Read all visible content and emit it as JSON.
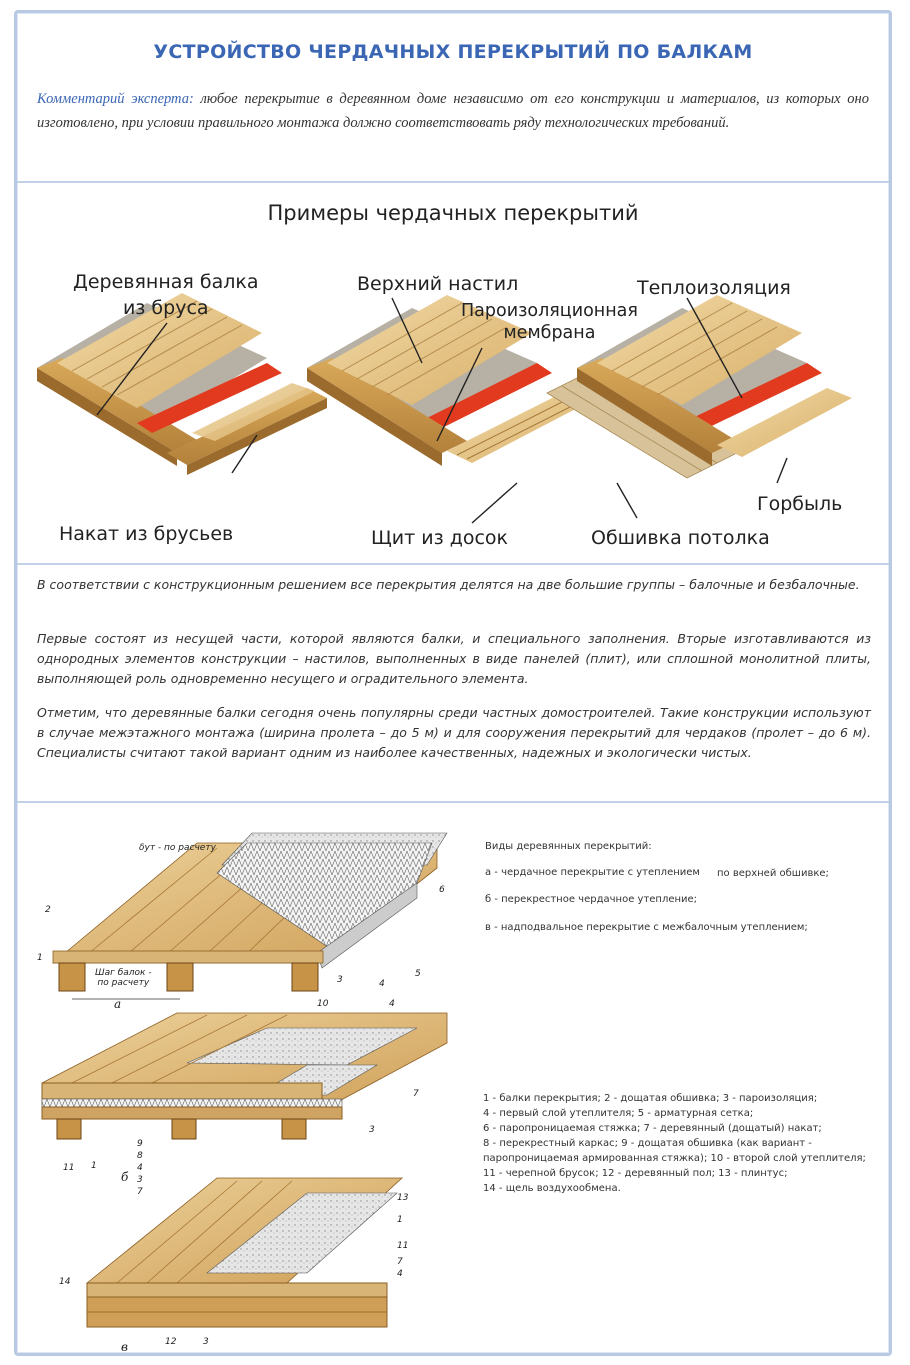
{
  "header": {
    "title": "УСТРОЙСТВО ЧЕРДАЧНЫХ ПЕРЕКРЫТИЙ ПО БАЛКАМ",
    "expert_lead": "Комментарий эксперта:",
    "expert_text": " любое перекрытие в деревянном доме независимо от его конструкции и материалов, из которых оно изготовлено, при условии правильного монтажа должно соответствовать ряду технологических требований."
  },
  "examples": {
    "title": "Примеры чердачных перекрытий",
    "labels": {
      "wood_beam": "Деревянная балка\nиз бруса",
      "top_deck": "Верхний настил",
      "vapor_membrane": "Пароизоляционная\nмембрана",
      "insulation": "Теплоизоляция",
      "bar_roll": "Накат из брусьев",
      "board_shield": "Щит из досок",
      "slab": "Горбыль",
      "ceiling_lining": "Обшивка потолка"
    }
  },
  "text": {
    "p1": "В соответствии с конструкционным решением все перекрытия делятся на две большие группы – балочные и безбалочные.",
    "p2": "Первые состоят из несущей части, которой являются балки, и специального заполнения. Вторые изготавливаются из однородных элементов конструкции – настилов, выполненных в виде панелей (плит), или сплошной монолитной плиты, выполняющей роль одновременно несущего и оградительного элемента.",
    "p3": "Отметим, что деревянные балки сегодня очень популярны среди частных домостроителей. Такие конструкции используют в случае межэтажного монтажа (ширина пролета – до 5 м) и для сооружения перекрытий для чердаков (пролет – до 6 м). Специалисты считают такой вариант одним из наиболее качественных, надежных и экологически чистых."
  },
  "diagram": {
    "types_title": "Виды деревянных перекрытий:",
    "type_a": "а - чердачное перекрытие с утеплением",
    "type_a2": "по верхней обшивке;",
    "type_b": "б - перекрестное чердачное утепление;",
    "type_c": "в - надподвальное перекрытие с межбалочным утеплением;",
    "legend": [
      "1 - балки перекрытия; 2 - дощатая обшивка; 3 - пароизоляция;",
      "4 - первый слой утеплителя; 5 - арматурная сетка;",
      "6 - паропроницаемая стяжка; 7 - деревянный (дощатый) накат;",
      "8 - перекрестный каркас; 9 - дощатая обшивка (как вариант -",
      "паропроницаемая армированная стяжка); 10 - второй слой утеплителя;",
      "11 - черепной брусок; 12 - деревянный пол; 13 - плинтус;",
      "14 - щель воздухообмена."
    ],
    "dim_top": "δут - по расчету",
    "dim_step": "Шаг балок -\nпо расчету",
    "letter_a": "а",
    "letter_b": "б",
    "letter_c": "в",
    "nums": {
      "a1": "1",
      "a2": "2",
      "a3": "3",
      "a4": "4",
      "a5": "5",
      "a6": "6",
      "b10": "10",
      "b4": "4",
      "b7": "7",
      "b3": "3",
      "b11": "11",
      "b1": "1",
      "b9": "9",
      "b8": "8",
      "b4b": "4",
      "b3b": "3",
      "b7b": "7",
      "c13": "13",
      "c1": "1",
      "c11": "11",
      "c7": "7",
      "c4": "4",
      "c14": "14",
      "c12": "12",
      "c3": "3"
    }
  }
}
